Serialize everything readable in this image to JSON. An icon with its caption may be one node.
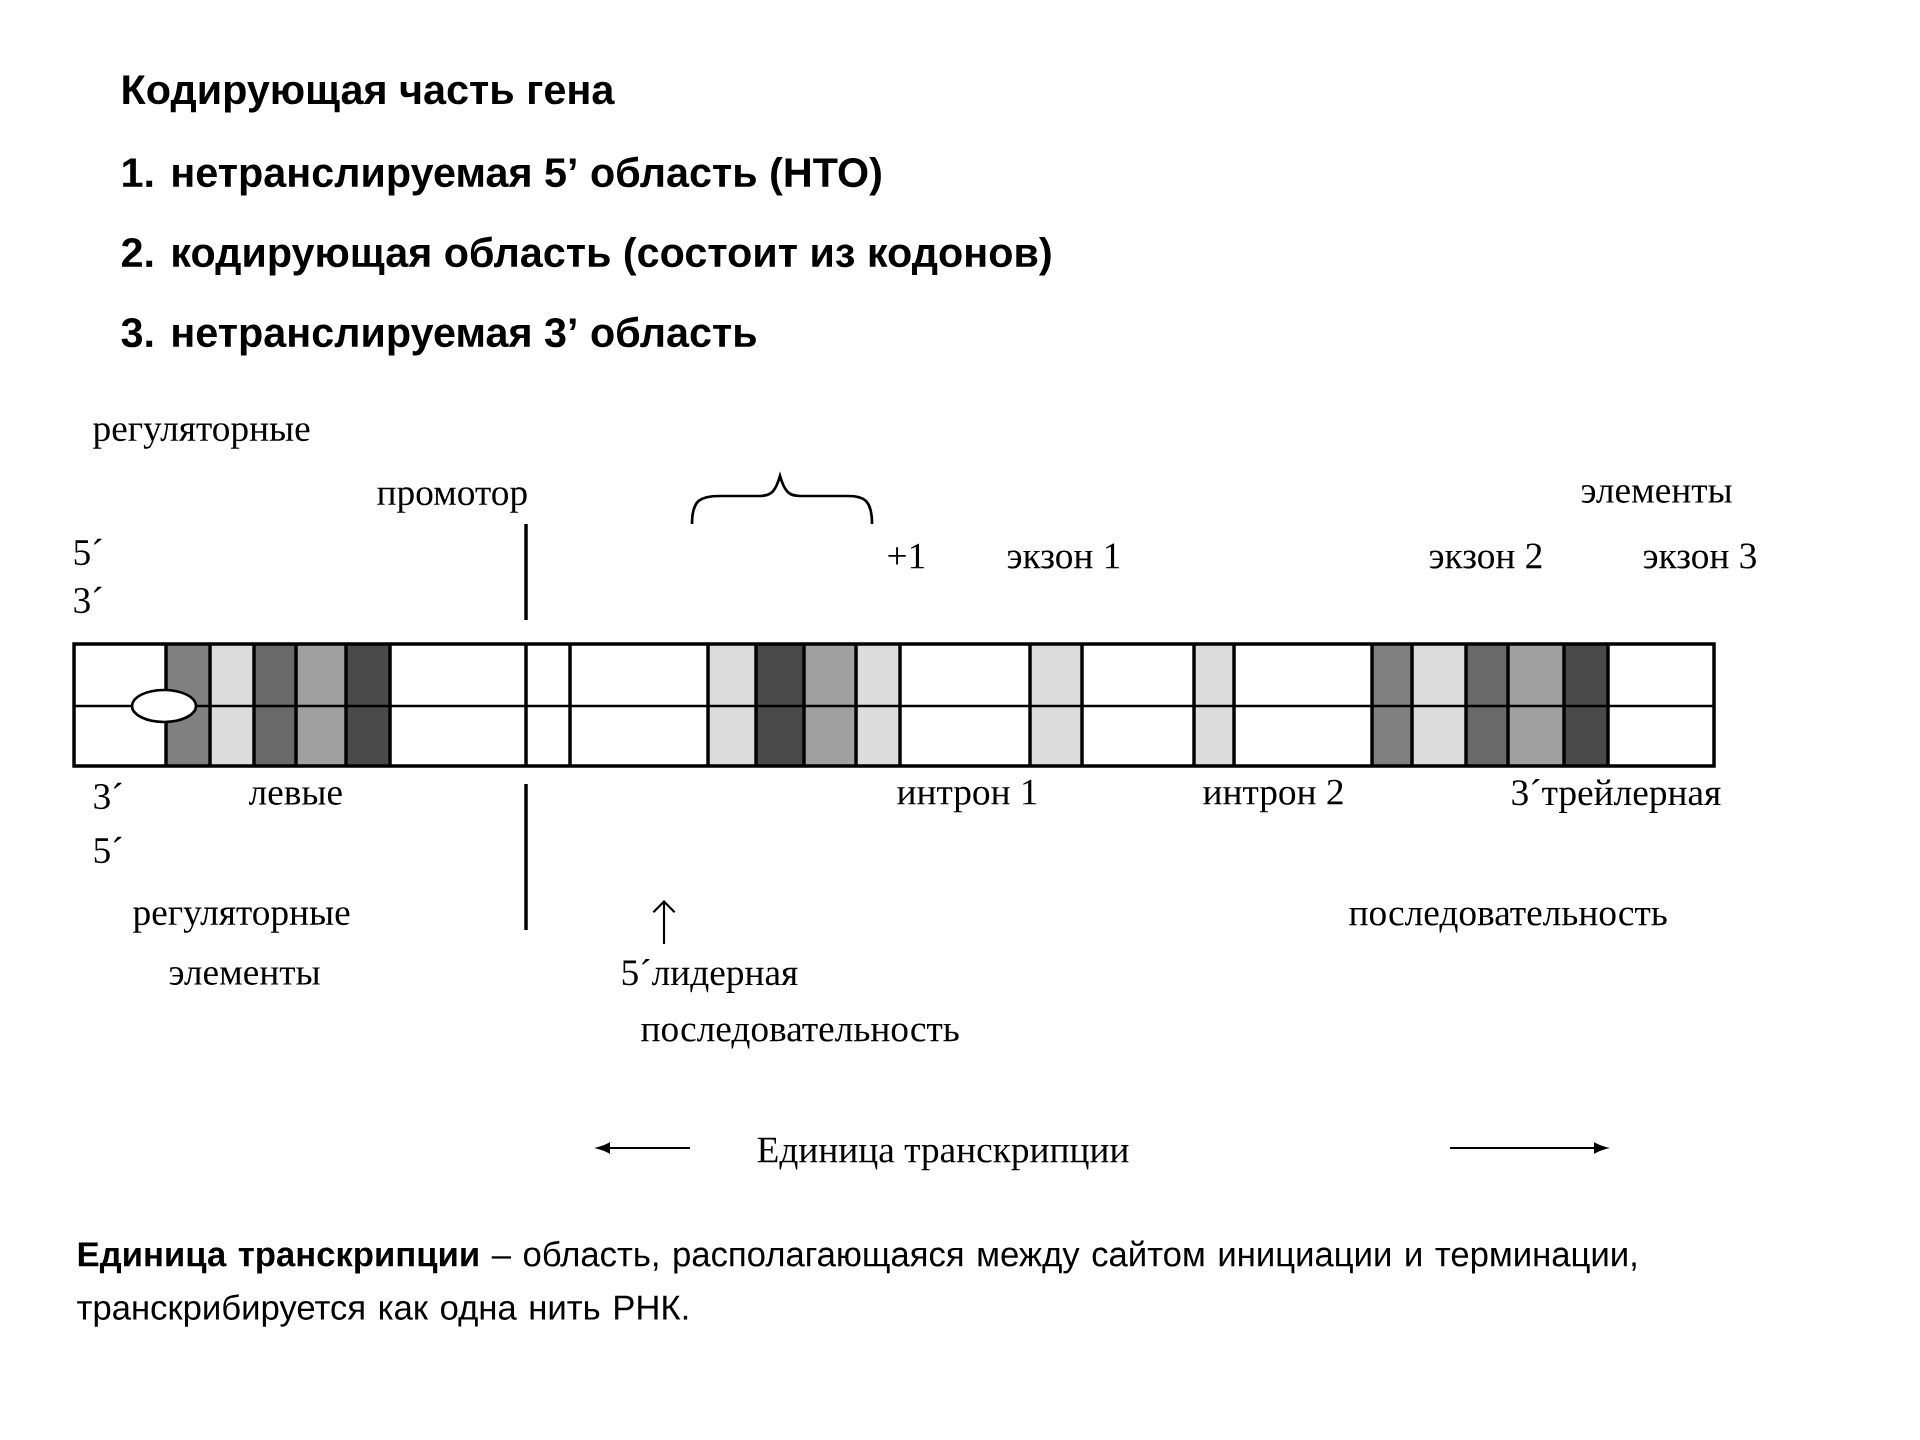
{
  "diagram": {
    "title": "Кодирующая часть гена",
    "labels": [
      "1. нетранслируемая 5’ область (НТО)",
      "2. кодирующая область (состоит из кодонов)",
      "3. нетранслируемая 3’ область",
      "регуляторные",
      "промотор",
      "элементы",
      "5´",
      "+1",
      "экзон 1",
      "экзон 2",
      "экзон 3",
      "3´",
      "3´",
      "левые",
      "интрон 1",
      "интрон 2",
      "3´трейлерная",
      "5´",
      "регуляторные",
      "последовательность",
      "элементы",
      "5´лидерная",
      "последовательность",
      "Единица транскрипции"
    ],
    "caption": "**Единица транскрипции** – область, располагающаяся между сайтом инициации и терминации, транскрибируется как одна нить РНК."
  }
}
